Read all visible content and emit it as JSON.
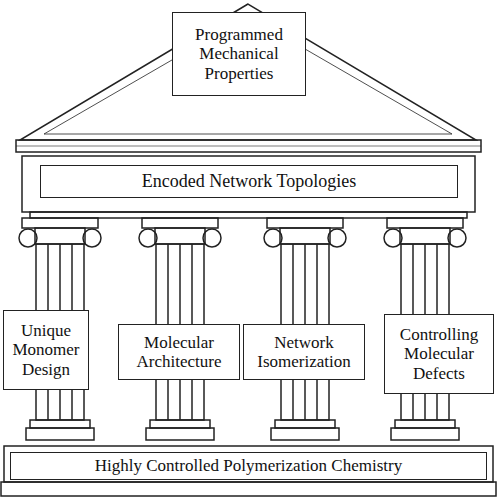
{
  "diagram": {
    "nodes": [
      {
        "text": [
          "Programmed Mechanical Properties"
        ]
      },
      {
        "text": [
          "Encoded Network Topologies"
        ]
      },
      {
        "text": [
          "Unique Monomer Design"
        ]
      },
      {
        "text": [
          "Molecular Architecture"
        ]
      },
      {
        "text": [
          "Network Isomerization"
        ]
      },
      {
        "text": [
          "Controlling Molecular Defects"
        ]
      },
      {
        "text": [
          "Highly Controlled Polymerization Chemistry"
        ]
      }
    ]
  }
}
